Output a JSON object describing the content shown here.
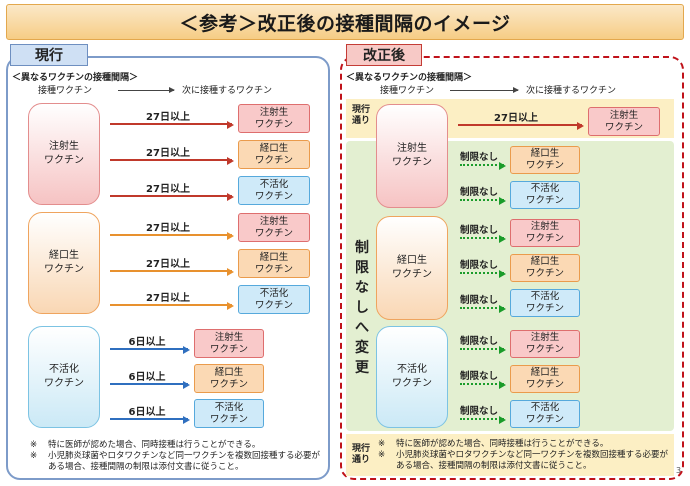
{
  "title": "＜参考＞改正後の接種間隔のイメージ",
  "colors": {
    "title_banner": "#f6cd85",
    "current_border": "#7d9bc9",
    "revised_border": "#c0121a",
    "injectable": "#f9c9c9",
    "oral": "#fbd9b4",
    "inactivated": "#cfeaf9",
    "no_limit_arrow": "#1a9c2a"
  },
  "current": {
    "tag": "現行",
    "subheading": "＜異なるワクチンの接種間隔＞",
    "header_from": "接種ワクチン",
    "header_to": "次に接種するワクチン",
    "groups": [
      {
        "from_lines": [
          "注射生",
          "ワクチン"
        ],
        "rows": [
          {
            "interval": "27日以上",
            "to_lines": [
              "注射生",
              "ワクチン"
            ]
          },
          {
            "interval": "27日以上",
            "to_lines": [
              "経口生",
              "ワクチン"
            ]
          },
          {
            "interval": "27日以上",
            "to_lines": [
              "不活化",
              "ワクチン"
            ]
          }
        ]
      },
      {
        "from_lines": [
          "経口生",
          "ワクチン"
        ],
        "rows": [
          {
            "interval": "27日以上",
            "to_lines": [
              "注射生",
              "ワクチン"
            ]
          },
          {
            "interval": "27日以上",
            "to_lines": [
              "経口生",
              "ワクチン"
            ]
          },
          {
            "interval": "27日以上",
            "to_lines": [
              "不活化",
              "ワクチン"
            ]
          }
        ]
      },
      {
        "from_lines": [
          "不活化",
          "ワクチン"
        ],
        "rows": [
          {
            "interval": "6日以上",
            "to_lines": [
              "注射生",
              "ワクチン"
            ]
          },
          {
            "interval": "6日以上",
            "to_lines": [
              "経口生",
              "ワクチン"
            ]
          },
          {
            "interval": "6日以上",
            "to_lines": [
              "不活化",
              "ワクチン"
            ]
          }
        ]
      }
    ],
    "notes": [
      {
        "mark": "※",
        "text": "特に医師が認めた場合、同時接種は行うことができる。"
      },
      {
        "mark": "※",
        "text": "小児肺炎球菌やロタワクチンなど同一ワクチンを複数回接種する必要がある場合、接種間隔の制限は添付文書に従うこと。"
      }
    ]
  },
  "revised": {
    "tag": "改正後",
    "subheading": "＜異なるワクチンの接種間隔＞",
    "header_from": "接種ワクチン",
    "header_to": "次に接種するワクチン",
    "current_rule_label_lines": [
      "現行",
      "通り"
    ],
    "top_row": {
      "interval": "27日以上",
      "to_lines": [
        "注射生",
        "ワクチン"
      ]
    },
    "no_limit_chars": [
      "制",
      "限",
      "な",
      "し",
      "へ",
      "変",
      "更"
    ],
    "groups": [
      {
        "from_lines": [
          "注射生",
          "ワクチン"
        ],
        "rows": [
          {
            "interval": "制限なし",
            "to_lines": [
              "経口生",
              "ワクチン"
            ]
          },
          {
            "interval": "制限なし",
            "to_lines": [
              "不活化",
              "ワクチン"
            ]
          }
        ]
      },
      {
        "from_lines": [
          "経口生",
          "ワクチン"
        ],
        "rows": [
          {
            "interval": "制限なし",
            "to_lines": [
              "注射生",
              "ワクチン"
            ]
          },
          {
            "interval": "制限なし",
            "to_lines": [
              "経口生",
              "ワクチン"
            ]
          },
          {
            "interval": "制限なし",
            "to_lines": [
              "不活化",
              "ワクチン"
            ]
          }
        ]
      },
      {
        "from_lines": [
          "不活化",
          "ワクチン"
        ],
        "rows": [
          {
            "interval": "制限なし",
            "to_lines": [
              "注射生",
              "ワクチン"
            ]
          },
          {
            "interval": "制限なし",
            "to_lines": [
              "経口生",
              "ワクチン"
            ]
          },
          {
            "interval": "制限なし",
            "to_lines": [
              "不活化",
              "ワクチン"
            ]
          }
        ]
      }
    ],
    "notes": [
      {
        "mark": "※",
        "text": "特に医師が認めた場合、同時接種は行うことができる。"
      },
      {
        "mark": "※",
        "text": "小児肺炎球菌やロタワクチンなど同一ワクチンを複数回接種する必要がある場合、接種間隔の制限は添付文書に従うこと。"
      }
    ]
  },
  "page_number": "3"
}
